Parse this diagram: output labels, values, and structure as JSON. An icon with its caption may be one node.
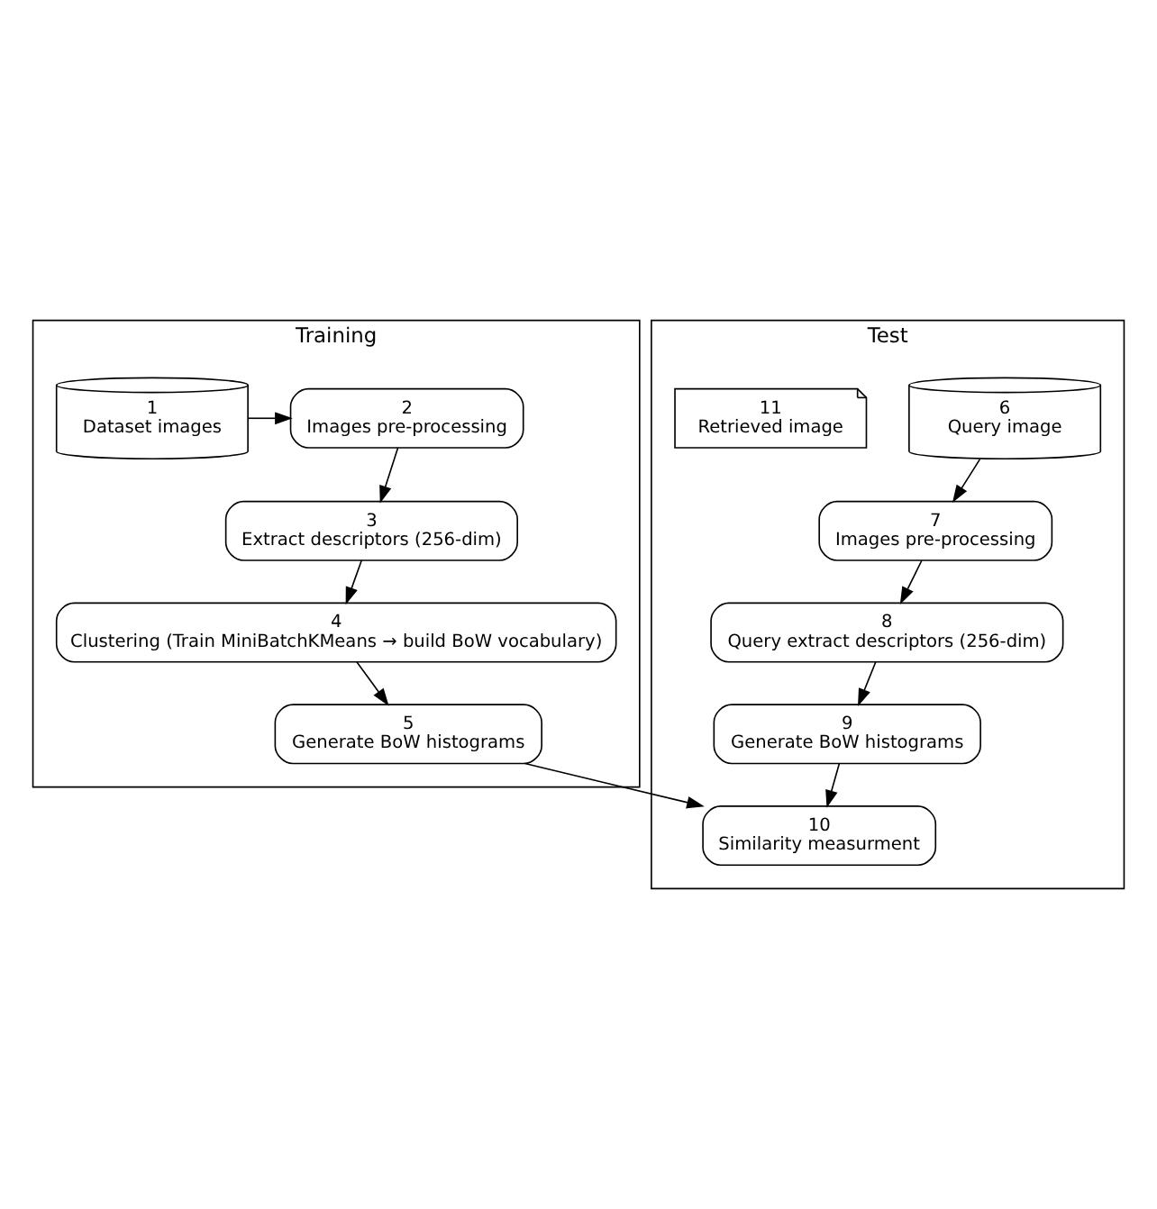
{
  "diagram": {
    "nodes": [
      {
        "text": [
          "Training"
        ]
      },
      {
        "text": [
          "1",
          "Dataset images"
        ],
        "in": 0
      },
      {
        "text": [
          "2",
          "Images pre-processing"
        ],
        "in": 0
      },
      {
        "text": [
          "3",
          "Extract descriptors (256-dim)"
        ],
        "in": 0
      },
      {
        "text": [
          "4",
          "Clustering (Train MiniBatchKMeans → build BoW vocabulary)"
        ],
        "in": 0
      },
      {
        "text": [
          "5",
          "Generate BoW histograms"
        ],
        "in": 0
      },
      {
        "text": [
          "Test"
        ]
      },
      {
        "text": [
          "6",
          "Query image"
        ],
        "in": 6
      },
      {
        "text": [
          "7",
          "Images pre-processing"
        ],
        "in": 6
      },
      {
        "text": [
          "8",
          "Query extract descriptors (256-dim)"
        ],
        "in": 6
      },
      {
        "text": [
          "9",
          "Generate BoW histograms"
        ],
        "in": 6
      },
      {
        "text": [
          "10",
          "Similarity measurment"
        ],
        "in": 6
      },
      {
        "text": [
          "11",
          "Retrieved image"
        ],
        "in": 6
      }
    ],
    "edges": [
      {
        "from": 1,
        "to": 2,
        "arrow": "to"
      },
      {
        "from": 2,
        "to": 3,
        "arrow": "to"
      },
      {
        "from": 3,
        "to": 4,
        "arrow": "to"
      },
      {
        "from": 4,
        "to": 5,
        "arrow": "to"
      },
      {
        "from": 5,
        "to": 11,
        "arrow": "to"
      },
      {
        "from": 7,
        "to": 8,
        "arrow": "to"
      },
      {
        "from": 8,
        "to": 9,
        "arrow": "to"
      },
      {
        "from": 9,
        "to": 10,
        "arrow": "to"
      },
      {
        "from": 10,
        "to": 11,
        "arrow": "to"
      }
    ]
  }
}
